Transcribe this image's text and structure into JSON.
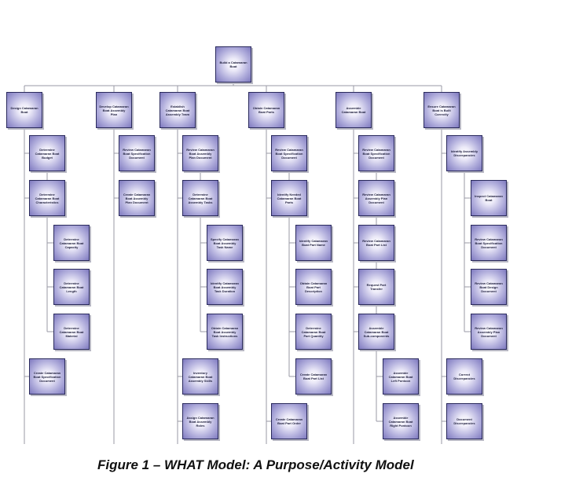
{
  "root": "Build a Catamaran Boat",
  "columns": [
    {
      "head": "Design Catamaran Boat",
      "items": [
        {
          "label": "Determine Catamaran Boat Budget",
          "level": 1
        },
        {
          "label": "Determine Catamaran Boat Characteristics",
          "level": 1
        },
        {
          "label": "Determine Catamaran Boat Capacity",
          "level": 2
        },
        {
          "label": "Determine Catamaran Boat Length",
          "level": 2
        },
        {
          "label": "Determine Catamaran Boat Material",
          "level": 2
        },
        {
          "label": "Create Catamaran Boat Specification Document",
          "level": 1
        }
      ]
    },
    {
      "head": "Develop Catamaran Boat Assembly Plan",
      "items": [
        {
          "label": "Review Catamaran Boat Specification Document",
          "level": 1
        },
        {
          "label": "Create Catamaran Boat Assembly Plan Document",
          "level": 1
        }
      ]
    },
    {
      "head": "Establish Catamaran Boat Assembly Team",
      "items": [
        {
          "label": "Review Catamaran Boat Assembly Plan Document",
          "level": 1
        },
        {
          "label": "Determine Catamaran Boat Assembly Tasks",
          "level": 1
        },
        {
          "label": "Specify Catamaran Boat Assembly Task Name",
          "level": 2
        },
        {
          "label": "Identify Catamaran Boat Assembly Task Duration",
          "level": 2
        },
        {
          "label": "Obtain Catamaran Boat Assembly Task Instructions",
          "level": 2
        },
        {
          "label": "Inventory Catamaran Boat Assembly Skills",
          "level": 1
        },
        {
          "label": "Assign Catamaran Boat Assembly Roles",
          "level": 1
        }
      ]
    },
    {
      "head": "Obtain Catamaran Boat Parts",
      "items": [
        {
          "label": "Review Catamaran Boat Specification Document",
          "level": 1
        },
        {
          "label": "Identify Needed Catamaran Boat Parts",
          "level": 1
        },
        {
          "label": "Identify Catamaran Boat Part Name",
          "level": 2
        },
        {
          "label": "Obtain Catamaran Boat Part Description",
          "level": 2
        },
        {
          "label": "Determine Catamaran Boat Part Quantity",
          "level": 2
        },
        {
          "label": "Create Catamaran Boat Part List",
          "level": 2
        },
        {
          "label": "Create Catamaran Boat Part Order",
          "level": 1
        }
      ]
    },
    {
      "head": "Assemble Catamaran Boat",
      "items": [
        {
          "label": "Review Catamaran Boat Specification Document",
          "level": 1
        },
        {
          "label": "Review Catamaran Assembly Plan Document",
          "level": 1
        },
        {
          "label": "Review Catamaran Boat Part List",
          "level": 1
        },
        {
          "label": "Request Part Transfer",
          "level": 1
        },
        {
          "label": "Assemble Catamaran Boat Sub-components",
          "level": 1
        },
        {
          "label": "Assemble Catamaran Boat Left Pontoon",
          "level": 2
        },
        {
          "label": "Assemble Catamaran Boat Right Pontoon",
          "level": 2
        }
      ]
    },
    {
      "head": "Ensure Catamaran Boat is Built Correctly",
      "items": [
        {
          "label": "Identify Assembly Discrepancies",
          "level": 1
        },
        {
          "label": "Inspect Catamaran Boat",
          "level": 2
        },
        {
          "label": "Review Catamaran Boat Specification Document",
          "level": 2
        },
        {
          "label": "Review Catamaran Boat Design Document",
          "level": 2
        },
        {
          "label": "Review Catamaran Assembly Plan Document",
          "level": 2
        },
        {
          "label": "Correct Discrepancies",
          "level": 1
        },
        {
          "label": "Document Discrepancies",
          "level": 1
        }
      ]
    }
  ],
  "caption": "Figure 1 – WHAT Model: A Purpose/Activity Model"
}
